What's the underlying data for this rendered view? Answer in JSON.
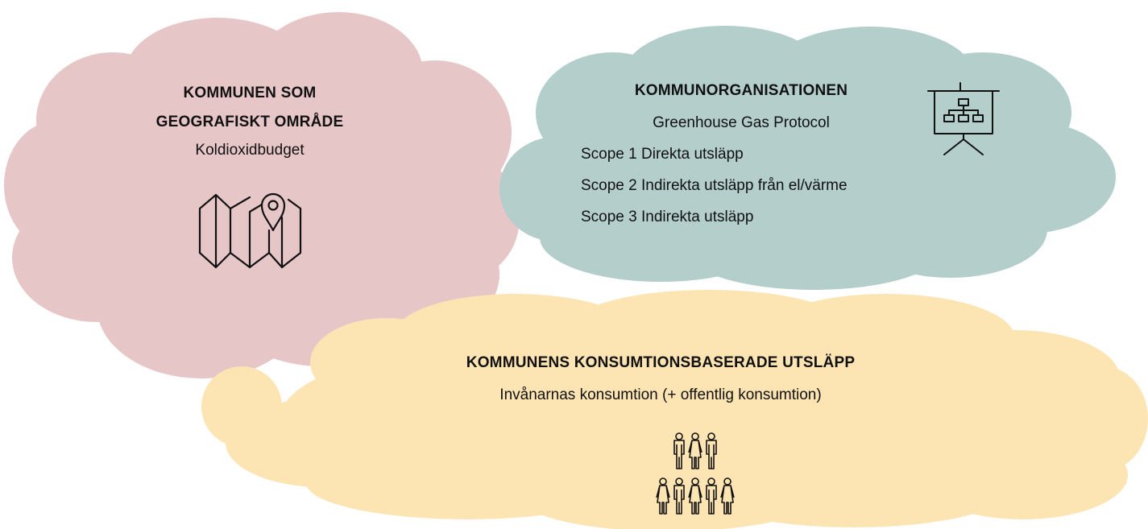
{
  "colors": {
    "pink_cloud": "#e7c6c8",
    "teal_cloud": "#b3cecb",
    "yellow_cloud": "#fde4b3",
    "icon_stroke": "#111111"
  },
  "geographic": {
    "title_line1": "KOMMUNEN SOM",
    "title_line2": "GEOGRAFISKT OMRÅDE",
    "subtitle": "Koldioxidbudget",
    "icon": "map-pin-icon"
  },
  "organisation": {
    "title": "KOMMUNORGANISATIONEN",
    "subtitle": "Greenhouse Gas Protocol",
    "scopes": [
      "Scope 1 Direkta utsläpp",
      "Scope 2 Indirekta utsläpp från el/värme",
      "Scope 3 Indirekta utsläpp"
    ],
    "icon": "presentation-org-chart-icon"
  },
  "consumption": {
    "title": "KOMMUNENS KONSUMTIONSBASERADE UTSLÄPP",
    "subtitle": "Invånarnas konsumtion (+ offentlig konsumtion)",
    "icon": "people-group-icon"
  }
}
